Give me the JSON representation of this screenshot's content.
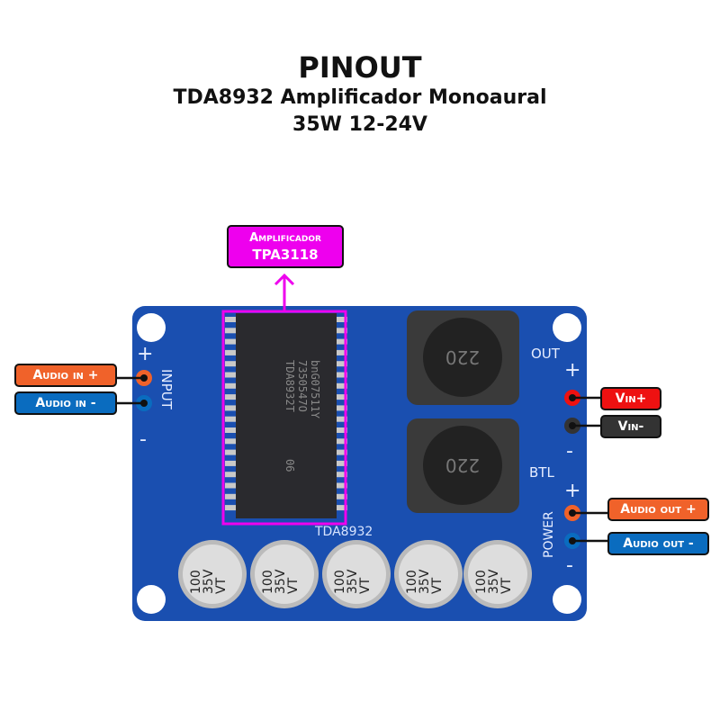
{
  "header": {
    "title": "PINOUT",
    "subtitle_line1": "TDA8932 Amplificador Monoaural",
    "subtitle_line2": "35W 12-24V"
  },
  "callouts": {
    "amp_line1": "Amplificador",
    "amp_line2": "TPA3118",
    "audio_in_plus": "Audio in +",
    "audio_in_minus": "Audio in -",
    "vin_plus": "Vin+",
    "vin_minus": "Vin-",
    "audio_out_plus": "Audio out +",
    "audio_out_minus": "Audio out -"
  },
  "board": {
    "input": "INPUT",
    "out": "OUT",
    "btl": "BTL",
    "power": "POWER",
    "chip_label": "TDA8932",
    "chip_text": [
      "TDA8932T",
      "7350547O",
      "bnG07511Y",
      "06"
    ],
    "inductor": "220",
    "cap": [
      "100",
      "35V",
      "VT"
    ],
    "plus": "+",
    "minus": "-"
  },
  "colors": {
    "pcb": "#1a4fb0",
    "magenta": "#ee00ee",
    "orange": "#f0622a",
    "blue": "#0a6cbf",
    "red": "#ee1111",
    "dark": "#333333"
  }
}
